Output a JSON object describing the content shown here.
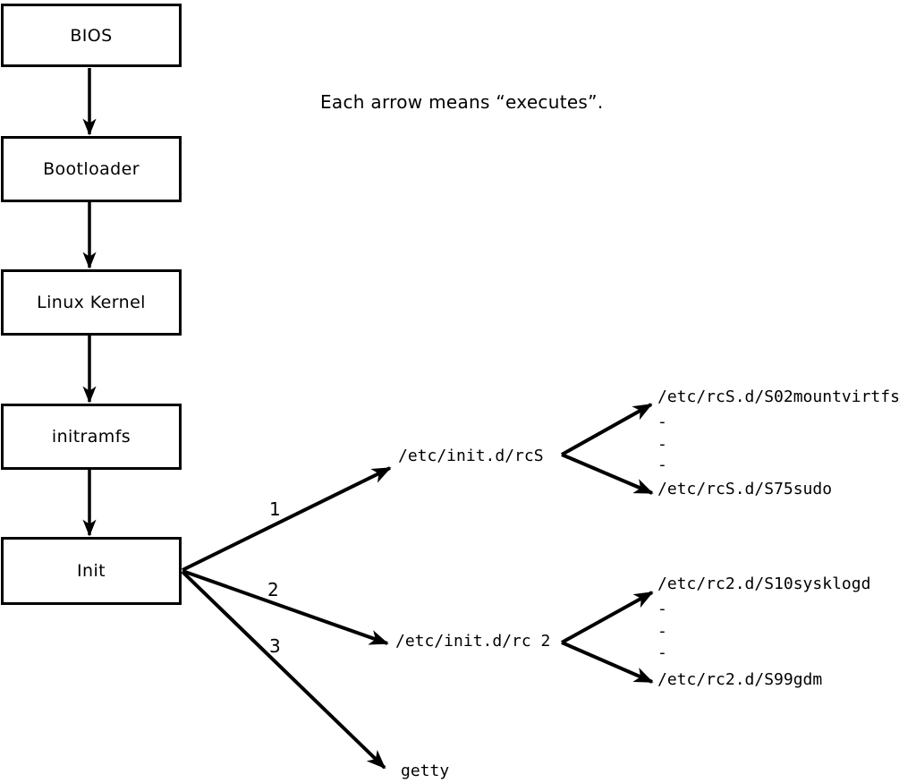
{
  "caption": "Each arrow means “executes”.",
  "flow_nodes": [
    {
      "label": "BIOS"
    },
    {
      "label": "Bootloader"
    },
    {
      "label": "Linux Kernel"
    },
    {
      "label": "initramfs"
    },
    {
      "label": "Init"
    }
  ],
  "branches": [
    {
      "number": "1",
      "target": "/etc/init.d/rcS",
      "scripts": {
        "first": "/etc/rcS.d/S02mountvirtfs",
        "ellipsis": [
          "-",
          "-",
          "-"
        ],
        "last": "/etc/rcS.d/S75sudo"
      }
    },
    {
      "number": "2",
      "target": "/etc/init.d/rc 2",
      "scripts": {
        "first": "/etc/rc2.d/S10sysklogd",
        "ellipsis": [
          "-",
          "-",
          "-"
        ],
        "last": "/etc/rc2.d/S99gdm"
      }
    },
    {
      "number": "3",
      "target": "getty"
    }
  ],
  "colors": {
    "line": "#000000",
    "background": "#ffffff"
  }
}
